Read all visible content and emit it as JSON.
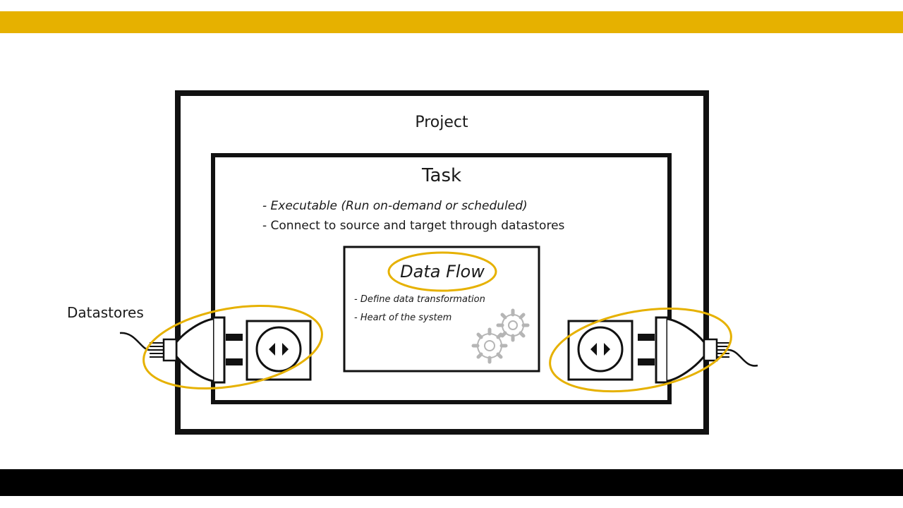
{
  "colors": {
    "accent": "#e6b100",
    "ink": "#111111",
    "footer": "#000000",
    "gear": "#b5b5b5"
  },
  "project": {
    "title": "Project"
  },
  "task": {
    "title": "Task",
    "bullets": [
      "- Executable (Run on-demand or scheduled)",
      "- Connect to source and target through datastores"
    ]
  },
  "data_flow": {
    "title": "Data Flow",
    "bullets": [
      "- Define data transformation",
      "- Heart of the system"
    ]
  },
  "datastores": {
    "label": "Datastores"
  }
}
